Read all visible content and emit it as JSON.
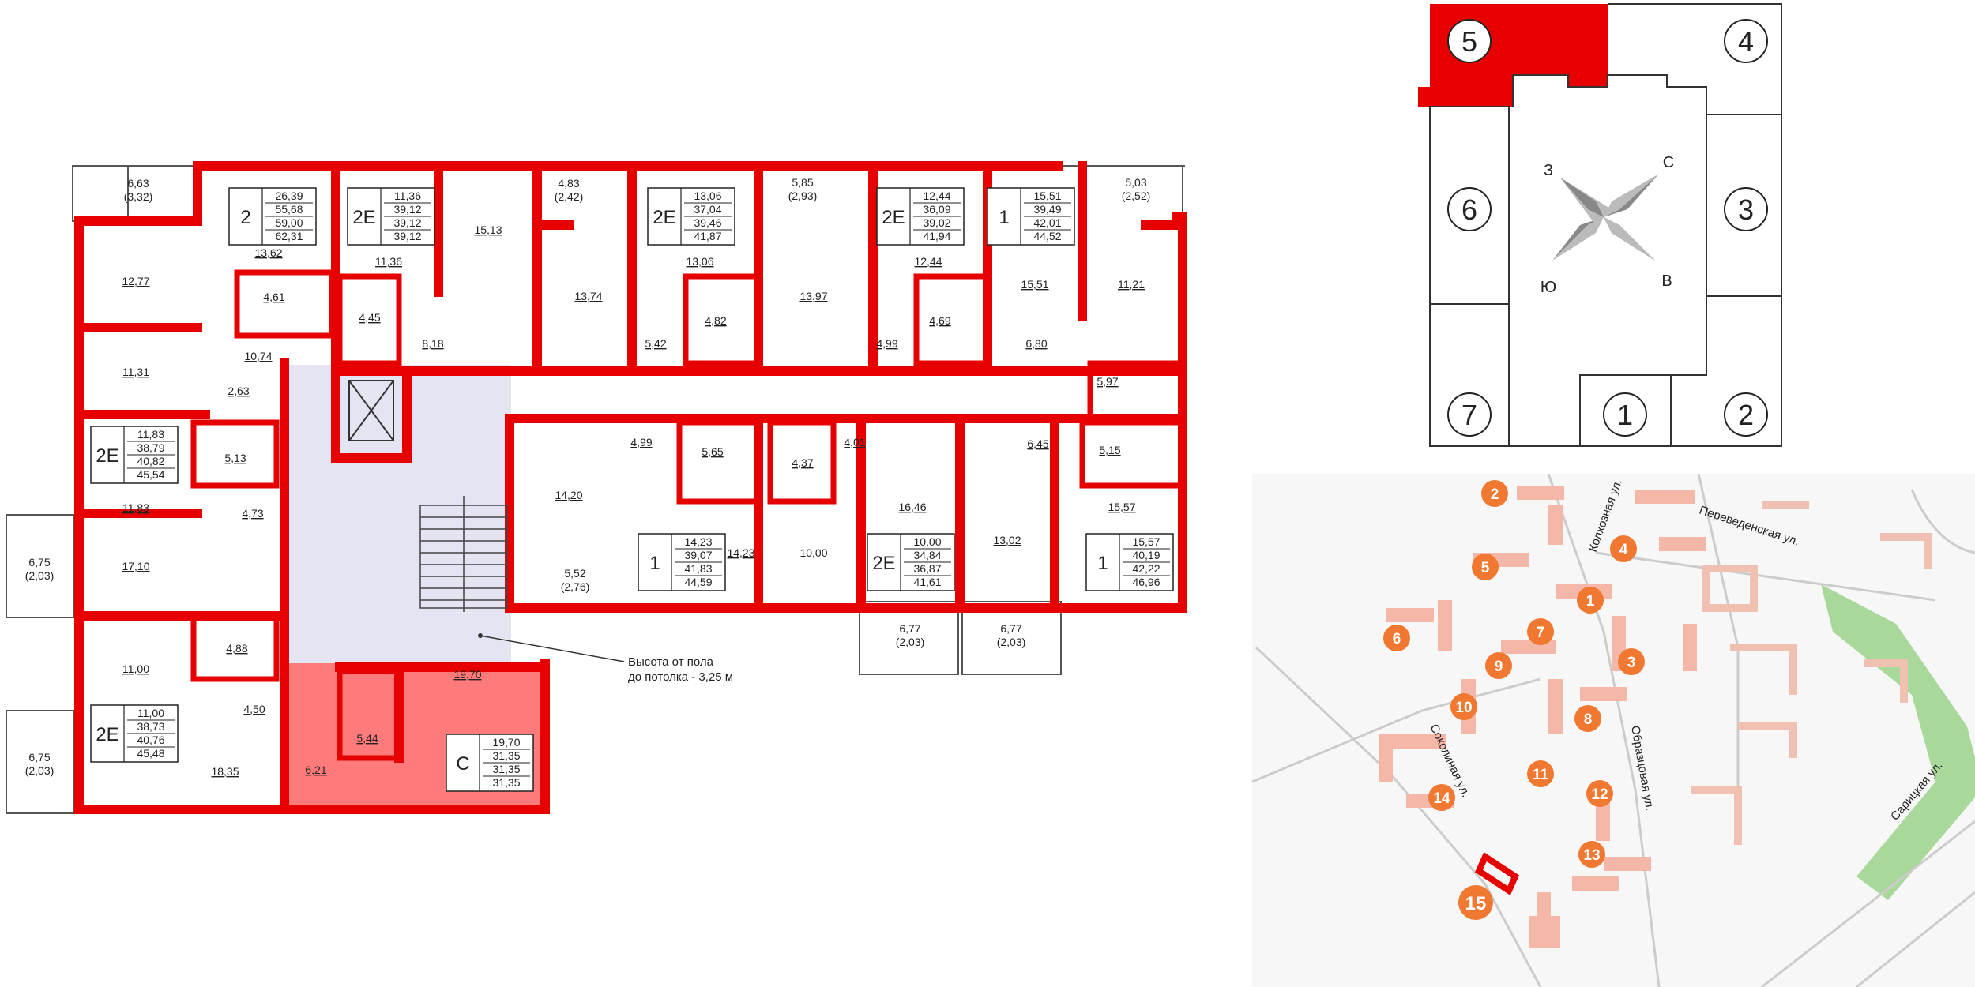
{
  "colors": {
    "wall": "#e60000",
    "selected_fill": "#ff7a7a",
    "stair_area": "#e4e4f2",
    "map_orange": "#f07830",
    "map_building": "#f5b8a8",
    "map_green": "#a8d89a",
    "text": "#222222"
  },
  "floor_plan": {
    "rooms": [
      {
        "id": "r01",
        "label": "6,63"
      },
      {
        "id": "r01b",
        "label": "(3,32)"
      },
      {
        "id": "r02",
        "label": "12,77"
      },
      {
        "id": "r03",
        "label": "11,31"
      },
      {
        "id": "r04",
        "label": "13,62"
      },
      {
        "id": "r05",
        "label": "4,61"
      },
      {
        "id": "r06",
        "label": "10,74"
      },
      {
        "id": "r07",
        "label": "2,63"
      },
      {
        "id": "r08",
        "label": "11,36"
      },
      {
        "id": "r09",
        "label": "4,45"
      },
      {
        "id": "r10",
        "label": "8,18"
      },
      {
        "id": "r11",
        "label": "15,13"
      },
      {
        "id": "r12",
        "label": "4,83"
      },
      {
        "id": "r12b",
        "label": "(2,42)"
      },
      {
        "id": "r13",
        "label": "13,74"
      },
      {
        "id": "r14",
        "label": "5,42"
      },
      {
        "id": "r15",
        "label": "13,06"
      },
      {
        "id": "r16",
        "label": "4,82"
      },
      {
        "id": "r17",
        "label": "5,85"
      },
      {
        "id": "r17b",
        "label": "(2,93)"
      },
      {
        "id": "r18",
        "label": "13,97"
      },
      {
        "id": "r19",
        "label": "12,44"
      },
      {
        "id": "r20",
        "label": "4,99"
      },
      {
        "id": "r21",
        "label": "4,69"
      },
      {
        "id": "r22",
        "label": "15,51"
      },
      {
        "id": "r23",
        "label": "5,03"
      },
      {
        "id": "r23b",
        "label": "(2,52)"
      },
      {
        "id": "r24",
        "label": "11,21"
      },
      {
        "id": "r25",
        "label": "6,80"
      },
      {
        "id": "r26",
        "label": "5,97"
      },
      {
        "id": "r27",
        "label": "5,13"
      },
      {
        "id": "r28",
        "label": "11,83"
      },
      {
        "id": "r29",
        "label": "4,73"
      },
      {
        "id": "r30",
        "label": "6,75"
      },
      {
        "id": "r30b",
        "label": "(2,03)"
      },
      {
        "id": "r31",
        "label": "17,10"
      },
      {
        "id": "r32",
        "label": "4,88"
      },
      {
        "id": "r33",
        "label": "11,00"
      },
      {
        "id": "r34",
        "label": "4,50"
      },
      {
        "id": "r35",
        "label": "6,75"
      },
      {
        "id": "r35b",
        "label": "(2,03)"
      },
      {
        "id": "r36",
        "label": "18,35"
      },
      {
        "id": "r37",
        "label": "14,20"
      },
      {
        "id": "r38",
        "label": "5,52"
      },
      {
        "id": "r38b",
        "label": "(2,76)"
      },
      {
        "id": "r39",
        "label": "4,99"
      },
      {
        "id": "r40",
        "label": "5,65"
      },
      {
        "id": "r41",
        "label": "14,23"
      },
      {
        "id": "r42",
        "label": "4,37"
      },
      {
        "id": "r43",
        "label": "4,01"
      },
      {
        "id": "r44",
        "label": "10,00"
      },
      {
        "id": "r45",
        "label": "16,46"
      },
      {
        "id": "r46",
        "label": "6,45"
      },
      {
        "id": "r47",
        "label": "13,02"
      },
      {
        "id": "r48",
        "label": "5,15"
      },
      {
        "id": "r49",
        "label": "15,57"
      },
      {
        "id": "r50",
        "label": "6,77"
      },
      {
        "id": "r50b",
        "label": "(2,03)"
      },
      {
        "id": "r51",
        "label": "6,77"
      },
      {
        "id": "r51b",
        "label": "(2,03)"
      },
      {
        "id": "r52",
        "label": "6,21"
      },
      {
        "id": "r53",
        "label": "5,44"
      },
      {
        "id": "r54",
        "label": "19,70"
      }
    ],
    "apartments": [
      {
        "type": "2",
        "values": [
          "26,39",
          "55,68",
          "59,00",
          "62,31"
        ]
      },
      {
        "type": "2E",
        "values": [
          "11,36",
          "39,12",
          "39,12",
          "39,12"
        ]
      },
      {
        "type": "2E",
        "values": [
          "13,06",
          "37,04",
          "39,46",
          "41,87"
        ]
      },
      {
        "type": "2E",
        "values": [
          "12,44",
          "36,09",
          "39,02",
          "41,94"
        ]
      },
      {
        "type": "1",
        "values": [
          "15,51",
          "39,49",
          "42,01",
          "44,52"
        ]
      },
      {
        "type": "2E",
        "values": [
          "11,83",
          "38,79",
          "40,82",
          "45,54"
        ]
      },
      {
        "type": "2E",
        "values": [
          "11,00",
          "38,73",
          "40,76",
          "45,48"
        ]
      },
      {
        "type": "1",
        "values": [
          "14,23",
          "39,07",
          "41,83",
          "44,59"
        ]
      },
      {
        "type": "2E",
        "values": [
          "10,00",
          "34,84",
          "36,87",
          "41,61"
        ]
      },
      {
        "type": "1",
        "values": [
          "15,57",
          "40,19",
          "42,22",
          "46,96"
        ]
      },
      {
        "type": "C",
        "values": [
          "19,70",
          "31,35",
          "31,35",
          "31,35"
        ]
      }
    ],
    "ceiling_note_line1": "Высота от пола",
    "ceiling_note_line2": "до потолка - 3,25 м"
  },
  "sections_plan": {
    "sections": [
      "5",
      "4",
      "6",
      "3",
      "7",
      "1",
      "2"
    ],
    "selected": "5",
    "compass": {
      "n": "С",
      "s": "Ю",
      "w": "З",
      "e": "В"
    }
  },
  "site_map": {
    "buildings": [
      "2",
      "4",
      "5",
      "1",
      "6",
      "7",
      "3",
      "9",
      "10",
      "8",
      "11",
      "12",
      "14",
      "13",
      "15"
    ],
    "selected": "15",
    "streets": [
      "Колхозная ул.",
      "Переведенская ул.",
      "Соколиная ул.",
      "Образцовая ул.",
      "Сарицкая ул."
    ]
  }
}
